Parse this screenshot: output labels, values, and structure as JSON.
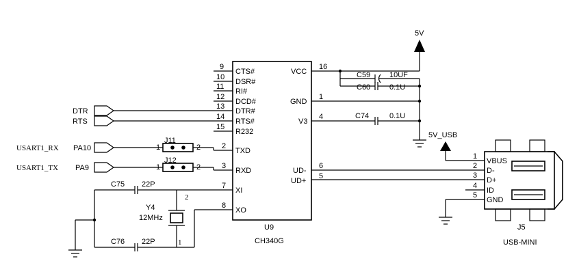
{
  "chip": {
    "ref": "U9",
    "name": "CH340G",
    "left_pins": [
      {
        "num": "9",
        "name": "CTS#"
      },
      {
        "num": "10",
        "name": "DSR#"
      },
      {
        "num": "11",
        "name": "RI#"
      },
      {
        "num": "12",
        "name": "DCD#"
      },
      {
        "num": "13",
        "name": "DTR#"
      },
      {
        "num": "14",
        "name": "RTS#"
      },
      {
        "num": "15",
        "name": "R232"
      },
      {
        "num": "2",
        "name": "TXD"
      },
      {
        "num": "3",
        "name": "RXD"
      },
      {
        "num": "7",
        "name": "XI"
      },
      {
        "num": "8",
        "name": "XO"
      }
    ],
    "right_pins": [
      {
        "num": "16",
        "name": "VCC"
      },
      {
        "num": "1",
        "name": "GND"
      },
      {
        "num": "4",
        "name": "V3"
      },
      {
        "num": "6",
        "name": "UD-"
      },
      {
        "num": "5",
        "name": "UD+"
      }
    ]
  },
  "nets": {
    "dtr": "DTR",
    "rts": "RTS",
    "pa10": "PA10",
    "pa9": "PA9",
    "usart_rx": "USART1_RX",
    "usart_tx": "USART1_TX",
    "vcc": "5V",
    "vusb": "5V_USB"
  },
  "jumpers": {
    "j11": {
      "ref": "J11",
      "pin1": "1",
      "pin2": "2"
    },
    "j12": {
      "ref": "J12",
      "pin1": "1",
      "pin2": "2"
    }
  },
  "caps": {
    "c59": {
      "ref": "C59",
      "value": "10UF"
    },
    "c60": {
      "ref": "C60",
      "value": "0.1U"
    },
    "c74": {
      "ref": "C74",
      "value": "0.1U"
    },
    "c75": {
      "ref": "C75",
      "value": "22P"
    },
    "c76": {
      "ref": "C76",
      "value": "22P"
    }
  },
  "crystal": {
    "ref": "Y4",
    "value": "12MHz",
    "pin1": "1",
    "pin2": "2"
  },
  "usb": {
    "ref": "J5",
    "name": "USB-MINI",
    "pins": [
      {
        "num": "1",
        "name": "VBUS"
      },
      {
        "num": "2",
        "name": "D-"
      },
      {
        "num": "3",
        "name": "D+"
      },
      {
        "num": "4",
        "name": "ID"
      },
      {
        "num": "5",
        "name": "GND"
      }
    ]
  }
}
